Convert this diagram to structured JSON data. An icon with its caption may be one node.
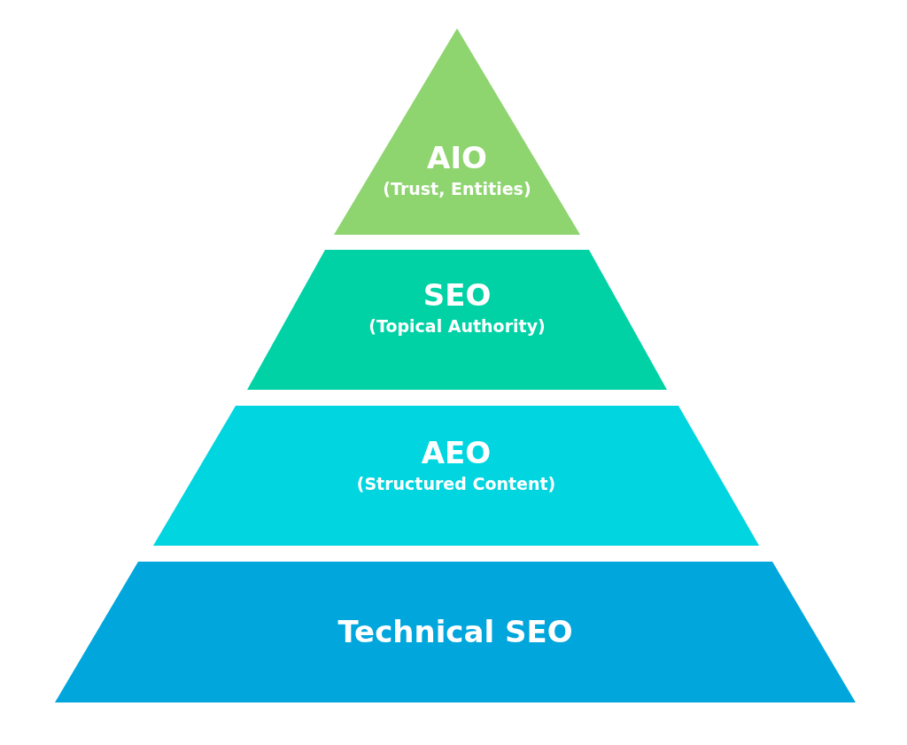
{
  "diagram": {
    "nodes": [
      {
        "text": [
          "AIO",
          "(Trust, Entities)"
        ]
      },
      {
        "text": [
          "SEO",
          "(Topical Authority)"
        ]
      },
      {
        "text": [
          "AEO",
          "(Structured Content)"
        ]
      },
      {
        "text": [
          "Technical SEO"
        ]
      }
    ]
  }
}
